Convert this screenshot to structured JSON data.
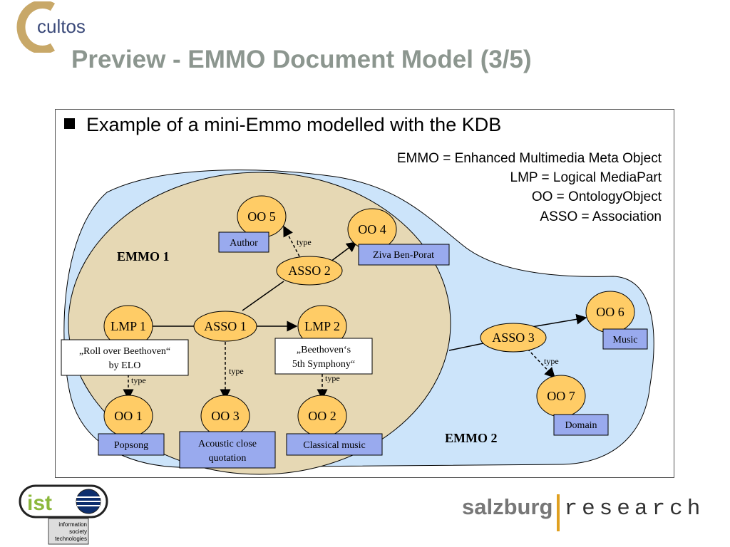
{
  "header": {
    "logo_text": "cultos",
    "title": "Preview - EMMO Document Model (3/5)"
  },
  "content": {
    "bullet": "Example of a mini-Emmo modelled with the KDB",
    "legend": [
      "EMMO = Enhanced Multimedia Meta Object",
      "LMP = Logical MediaPart",
      "OO = OntologyObject",
      "ASSO = Association"
    ]
  },
  "diagram": {
    "region_labels": {
      "emmo1": "EMMO 1",
      "emmo2": "EMMO 2"
    },
    "nodes": {
      "oo5": "OO 5",
      "oo4": "OO 4",
      "asso2": "ASSO 2",
      "lmp1": "LMP 1",
      "asso1": "ASSO 1",
      "lmp2": "LMP 2",
      "asso3": "ASSO 3",
      "oo6": "OO 6",
      "oo7": "OO 7",
      "oo1": "OO 1",
      "oo3": "OO 3",
      "oo2": "OO 2"
    },
    "labels": {
      "author": "Author",
      "ziva": "Ziva Ben-Porat",
      "music": "Music",
      "domain": "Domain",
      "popsong": "Popsong",
      "acoustic_1": "Acoustic close",
      "acoustic_2": "quotation",
      "classical": "Classical music"
    },
    "text_boxes": {
      "roll_1": "„Roll over Beethoven“",
      "roll_2": "by ELO",
      "beet_1": "„Beethoven‘s",
      "beet_2": "5th Symphony“"
    },
    "edge_labels": {
      "type_asso2_oo5": "type",
      "type_asso3_oo7": "type",
      "type_lmp1_oo1": "type",
      "type_asso1_oo3": "type",
      "type_lmp2_oo2": "type"
    }
  },
  "footer": {
    "ist_logo_text": "ist",
    "ist_sub_1": "information",
    "ist_sub_2": "society",
    "ist_sub_3": "technologies",
    "sr_part1": "salzburg",
    "sr_part2": "research"
  },
  "colors": {
    "title": "#8c968f",
    "node_fill": "#ffcc66",
    "label_fill": "#99aaee",
    "emmo1_fill": "#e6d8b4",
    "emmo2_fill": "#cce4fa"
  }
}
